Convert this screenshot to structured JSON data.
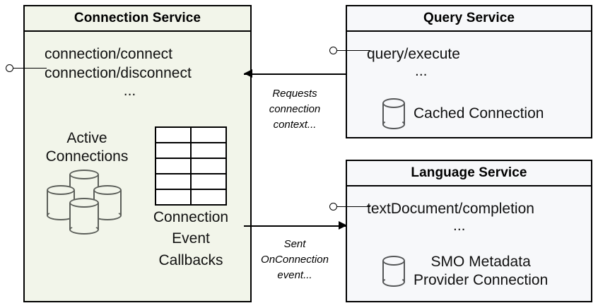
{
  "diagram": {
    "type": "uml-component-diagram",
    "background": "#ffffff",
    "colors": {
      "connection_service_fill": "#f2f5ea",
      "service_fill": "#f7f8fa",
      "stroke": "#000000",
      "cylinder_stroke": "#5c5f5a"
    }
  },
  "connection_service": {
    "title": "Connection Service",
    "operations": [
      "connection/connect",
      "connection/disconnect"
    ],
    "ellipsis": "...",
    "active_connections": {
      "label_line1": "Active",
      "label_line2": "Connections",
      "icon": "multi-cylinder-icon",
      "cylinder_count": 4
    },
    "callbacks": {
      "icon": "table-grid-icon",
      "table_rows": 5,
      "table_cols": 2,
      "label_line1": "Connection",
      "label_line2": "Event",
      "label_line3": "Callbacks"
    }
  },
  "query_service": {
    "title": "Query Service",
    "operations": [
      "query/execute"
    ],
    "ellipsis": "...",
    "data_item": {
      "icon": "cylinder-icon",
      "label": "Cached Connection"
    }
  },
  "language_service": {
    "title": "Language Service",
    "operations": [
      "textDocument/completion"
    ],
    "ellipsis": "...",
    "data_item": {
      "icon": "cylinder-icon",
      "label_line1": "SMO Metadata",
      "label_line2": "Provider Connection"
    }
  },
  "connectors": {
    "lollipop_connection": "provided-interface-lollipop",
    "lollipop_query": "provided-interface-lollipop",
    "lollipop_language": "provided-interface-lollipop",
    "arrow_requests": {
      "direction": "left",
      "label_line1": "Requests",
      "label_line2": "connection",
      "label_line3": "context..."
    },
    "arrow_sent": {
      "direction": "right",
      "label_line1": "Sent",
      "label_line2": "OnConnection",
      "label_line3": "event..."
    }
  }
}
